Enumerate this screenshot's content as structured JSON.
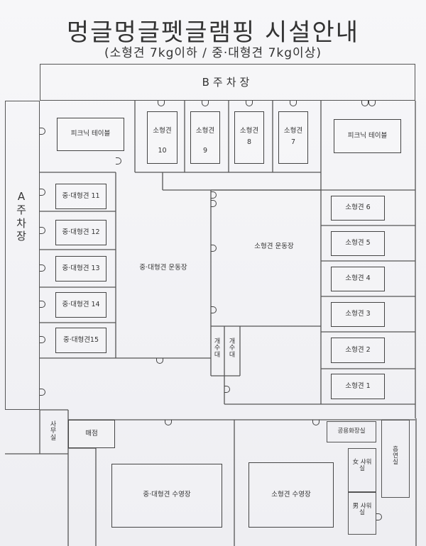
{
  "header": {
    "title": "멍글멍글펫글램핑 시설안내",
    "subtitle": "(소형견 7kg이하 / 중·대형견 7kg이상)"
  },
  "parking": {
    "b": "B주차장",
    "a": "A주차장"
  },
  "picnic": [
    "피크닉 테이블",
    "피크닉 테이블"
  ],
  "small_top": {
    "label": "소형견",
    "numbers": [
      "10",
      "9",
      "8",
      "7"
    ]
  },
  "medium_left": [
    "중·대형견 11",
    "중·대형견 12",
    "중·대형견 13",
    "중·대형견 14",
    "중·대형견15"
  ],
  "small_right": [
    "소형견 6",
    "소형견 5",
    "소형견 4",
    "소형견 3",
    "소형견 2",
    "소형견 1"
  ],
  "zones": {
    "medium_playground": "중·대형견 운동장",
    "small_playground": "소형견 운동장",
    "sink1": "개수대",
    "sink2": "개수대",
    "office": "사무실",
    "store": "매점",
    "medium_pool": "중·대형견 수영장",
    "small_pool": "소형견 수영장",
    "restroom": "공용화장실",
    "shower_f": "女 샤워실",
    "shower_m": "男 샤워실",
    "smoking": "흡연실"
  }
}
